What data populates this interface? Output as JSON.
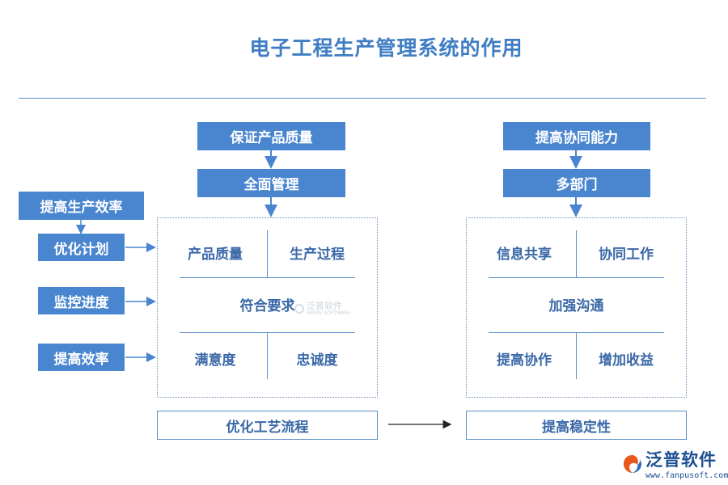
{
  "title": "电子工程生产管理系统的作用",
  "left_side": {
    "top": "提高生产效率",
    "items": [
      "优化计划",
      "监控进度",
      "提高效率"
    ]
  },
  "center": {
    "top1": "保证产品质量",
    "top2": "全面管理",
    "cells": [
      "产品质量",
      "生产过程",
      "符合要求",
      "满意度",
      "忠诚度"
    ],
    "bottom": "优化工艺流程"
  },
  "right": {
    "top1": "提高协同能力",
    "top2": "多部门",
    "cells": [
      "信息共享",
      "协同工作",
      "加强沟通",
      "提高协作",
      "增加收益"
    ],
    "bottom": "提高稳定性"
  },
  "watermark": {
    "name": "泛普软件",
    "sub": "FANPU SOFTWARE"
  },
  "brand": {
    "name": "泛普软件",
    "url": "www.fanpusoft.com"
  }
}
